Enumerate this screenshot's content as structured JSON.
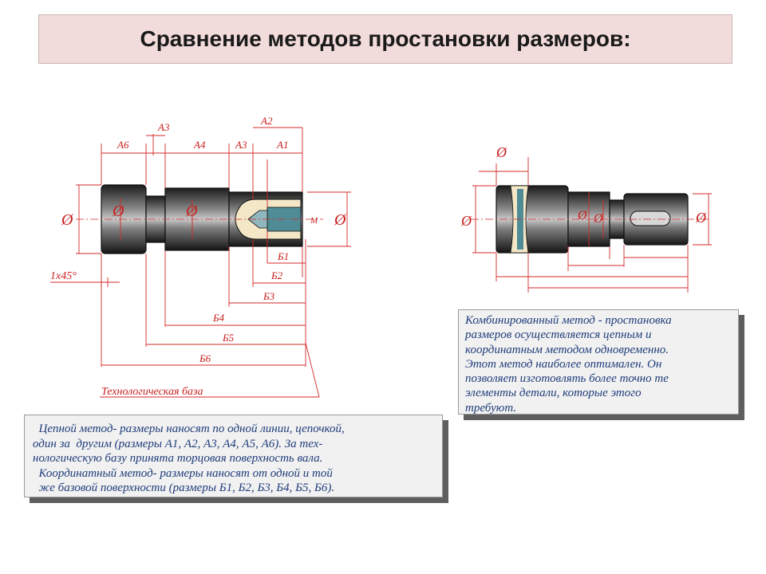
{
  "title": "Сравнение методов простановки размеров:",
  "left_drawing": {
    "top_labels": [
      "A3",
      "A2",
      "A6",
      "A4",
      "A3",
      "A1"
    ],
    "bottom_labels": [
      "Б1",
      "Б2",
      "Б3",
      "Б4",
      "Б5",
      "Б6"
    ],
    "chamfer": "1x45°",
    "diameter": "Ø",
    "thread_mark": "M",
    "base_label": "Технологическая база"
  },
  "right_drawing": {
    "diameter": "Ø"
  },
  "left_note": {
    "lines": [
      "  Цепной метод- размеры наносят по одной линии, цепочкой,",
      "один за  другим (размеры А1, А2, А3, А4, А5, А6). За тех-",
      "нологическую базу принята торцовая поверхность вала.",
      "  Координатный метод- размеры наносят от одной и той",
      "  же базовой поверхности (размеры Б1, Б2, Б3, Б4, Б5, Б6)."
    ]
  },
  "right_note": {
    "lines": [
      "Комбинированный метод - простановка",
      "размеров осуществляется цепным и",
      "координатным методом одновременно.",
      "Этот метод наиболее оптимален. Он",
      "позволяет изготовлять более точно те",
      "элементы детали, которые этого",
      "требуют."
    ]
  },
  "colors": {
    "title_bg": "#f2dcdb",
    "dimension_red": "#d42a2a",
    "note_text": "#1f3c7a",
    "note_bg": "#f1f1f1"
  }
}
